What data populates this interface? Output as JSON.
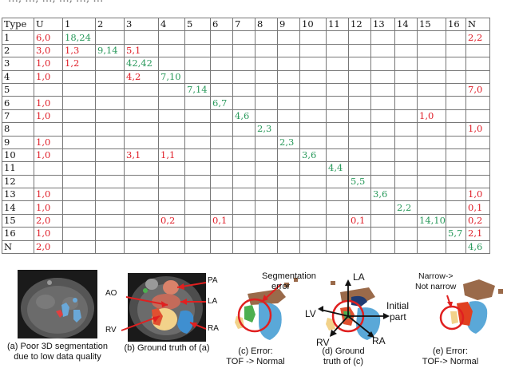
{
  "header_fragment": "…, …, …, …, …, …",
  "table": {
    "columns": [
      "Type",
      "U",
      "1",
      "2",
      "3",
      "4",
      "5",
      "6",
      "7",
      "8",
      "9",
      "10",
      "11",
      "12",
      "13",
      "14",
      "15",
      "16",
      "N"
    ],
    "rows": [
      {
        "type": "1",
        "cells": [
          {
            "c": "U",
            "v": "6,0",
            "k": "red"
          },
          {
            "c": "1",
            "v": "18,24",
            "k": "green"
          },
          {
            "c": "N",
            "v": "2,2",
            "k": "red"
          }
        ]
      },
      {
        "type": "2",
        "cells": [
          {
            "c": "U",
            "v": "3,0",
            "k": "red"
          },
          {
            "c": "1",
            "v": "1,3",
            "k": "red"
          },
          {
            "c": "2",
            "v": "9,14",
            "k": "green"
          },
          {
            "c": "3",
            "v": "5,1",
            "k": "red"
          }
        ]
      },
      {
        "type": "3",
        "cells": [
          {
            "c": "U",
            "v": "1,0",
            "k": "red"
          },
          {
            "c": "1",
            "v": "1,2",
            "k": "red"
          },
          {
            "c": "3",
            "v": "42,42",
            "k": "green"
          }
        ]
      },
      {
        "type": "4",
        "cells": [
          {
            "c": "U",
            "v": "1,0",
            "k": "red"
          },
          {
            "c": "3",
            "v": "4,2",
            "k": "red"
          },
          {
            "c": "4",
            "v": "7,10",
            "k": "green"
          }
        ]
      },
      {
        "type": "5",
        "cells": [
          {
            "c": "5",
            "v": "7,14",
            "k": "green"
          },
          {
            "c": "N",
            "v": "7,0",
            "k": "red"
          }
        ]
      },
      {
        "type": "6",
        "cells": [
          {
            "c": "U",
            "v": "1,0",
            "k": "red"
          },
          {
            "c": "6",
            "v": "6,7",
            "k": "green"
          }
        ]
      },
      {
        "type": "7",
        "cells": [
          {
            "c": "U",
            "v": "1,0",
            "k": "red"
          },
          {
            "c": "7",
            "v": "4,6",
            "k": "green"
          },
          {
            "c": "15",
            "v": "1,0",
            "k": "red"
          }
        ]
      },
      {
        "type": "8",
        "cells": [
          {
            "c": "8",
            "v": "2,3",
            "k": "green"
          },
          {
            "c": "N",
            "v": "1,0",
            "k": "red"
          }
        ]
      },
      {
        "type": "9",
        "cells": [
          {
            "c": "U",
            "v": "1,0",
            "k": "red"
          },
          {
            "c": "9",
            "v": "2,3",
            "k": "green"
          }
        ]
      },
      {
        "type": "10",
        "cells": [
          {
            "c": "U",
            "v": "1,0",
            "k": "red"
          },
          {
            "c": "3",
            "v": "3,1",
            "k": "red"
          },
          {
            "c": "4",
            "v": "1,1",
            "k": "red"
          },
          {
            "c": "10",
            "v": "3,6",
            "k": "green"
          }
        ]
      },
      {
        "type": "11",
        "cells": [
          {
            "c": "11",
            "v": "4,4",
            "k": "green"
          }
        ]
      },
      {
        "type": "12",
        "cells": [
          {
            "c": "12",
            "v": "5,5",
            "k": "green"
          }
        ]
      },
      {
        "type": "13",
        "cells": [
          {
            "c": "U",
            "v": "1,0",
            "k": "red"
          },
          {
            "c": "13",
            "v": "3,6",
            "k": "green"
          },
          {
            "c": "N",
            "v": "1,0",
            "k": "red"
          }
        ]
      },
      {
        "type": "14",
        "cells": [
          {
            "c": "U",
            "v": "1,0",
            "k": "red"
          },
          {
            "c": "14",
            "v": "2,2",
            "k": "green"
          },
          {
            "c": "N",
            "v": "0,1",
            "k": "red"
          }
        ]
      },
      {
        "type": "15",
        "cells": [
          {
            "c": "U",
            "v": "2,0",
            "k": "red"
          },
          {
            "c": "4",
            "v": "0,2",
            "k": "red"
          },
          {
            "c": "6",
            "v": "0,1",
            "k": "red"
          },
          {
            "c": "12",
            "v": "0,1",
            "k": "red"
          },
          {
            "c": "15",
            "v": "14,10",
            "k": "green"
          },
          {
            "c": "N",
            "v": "0,2",
            "k": "red"
          }
        ]
      },
      {
        "type": "16",
        "cells": [
          {
            "c": "U",
            "v": "1,0",
            "k": "red"
          },
          {
            "c": "16",
            "v": "5,7",
            "k": "green"
          },
          {
            "c": "N",
            "v": "2,1",
            "k": "red"
          }
        ]
      },
      {
        "type": "N",
        "cells": [
          {
            "c": "U",
            "v": "2,0",
            "k": "red"
          },
          {
            "c": "N",
            "v": "4,6",
            "k": "green"
          }
        ]
      }
    ]
  },
  "colors": {
    "error": "#e0202a",
    "correct": "#2a9a5c"
  },
  "figures": {
    "a": {
      "caption_1": "(a) Poor 3D segmentation",
      "caption_2": "due to low data quality"
    },
    "b": {
      "caption": "(b) Ground truth of (a)",
      "labels": {
        "ao": "AO",
        "rv": "RV",
        "pa": "PA",
        "la": "LA",
        "ra": "RA"
      }
    },
    "c": {
      "caption_1": "(c) Error:",
      "caption_2": "TOF -> Normal",
      "note_1": "Segmentation",
      "note_2": "error"
    },
    "d": {
      "caption_1": "(d) Ground",
      "caption_2": "truth of (c)",
      "labels": {
        "la": "LA",
        "lv": "LV",
        "rv": "RV",
        "ra": "RA",
        "initial_1": "Initial",
        "initial_2": "part"
      }
    },
    "e": {
      "caption_1": "(e) Error:",
      "caption_2": "TOF-> Normal",
      "note_1": "Narrow->",
      "note_2": "Not narrow"
    }
  }
}
